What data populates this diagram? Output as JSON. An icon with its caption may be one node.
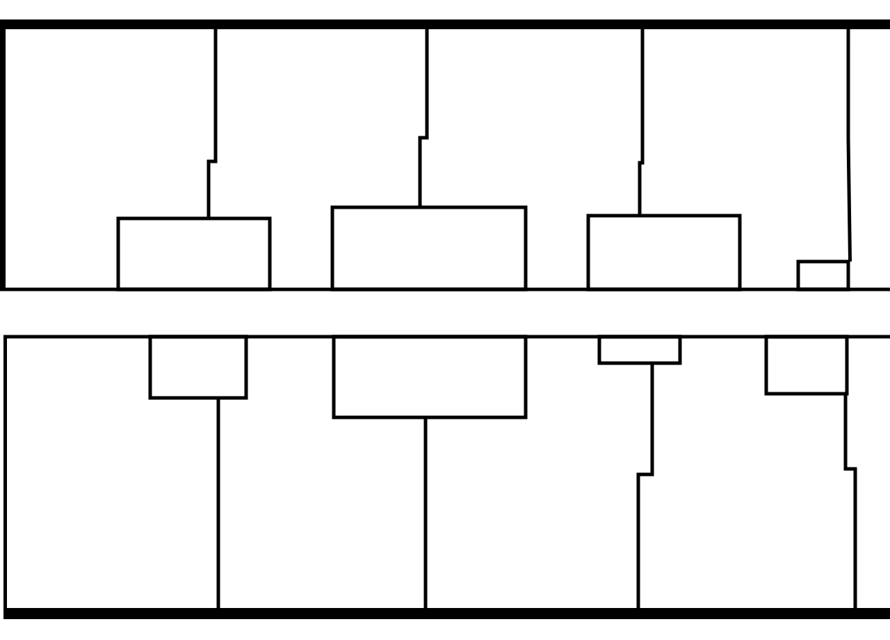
{
  "diagram": {
    "nodes": [
      {
        "text": [],
        "shape": "box"
      },
      {
        "text": [],
        "shape": "box",
        "in": 0
      },
      {
        "text": [],
        "shape": "box",
        "in": 0
      },
      {
        "text": [],
        "shape": "box",
        "in": 0
      },
      {
        "text": [],
        "shape": "box",
        "in": 0
      },
      {
        "text": [],
        "shape": "box"
      },
      {
        "text": [],
        "shape": "box",
        "in": 5
      },
      {
        "text": [],
        "shape": "box",
        "in": 5
      },
      {
        "text": [],
        "shape": "box",
        "in": 5
      },
      {
        "text": [],
        "shape": "box",
        "in": 5
      }
    ],
    "edges": [
      {
        "from": 1,
        "to": 0,
        "arrow": "none"
      },
      {
        "from": 2,
        "to": 0,
        "arrow": "none"
      },
      {
        "from": 3,
        "to": 0,
        "arrow": "none"
      },
      {
        "from": 4,
        "to": 0,
        "arrow": "none"
      },
      {
        "from": 6,
        "to": 5,
        "arrow": "none"
      },
      {
        "from": 7,
        "to": 5,
        "arrow": "none"
      },
      {
        "from": 8,
        "to": 5,
        "arrow": "none"
      },
      {
        "from": 9,
        "to": 5,
        "arrow": "none"
      }
    ]
  }
}
